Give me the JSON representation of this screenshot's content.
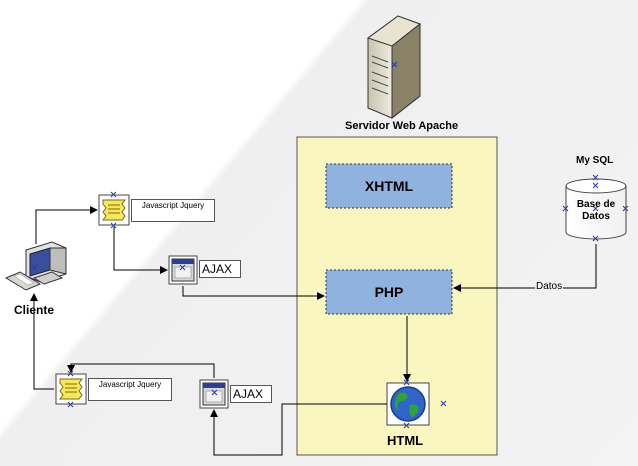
{
  "server_label": "Servidor Web Apache",
  "client_label": "Cliente",
  "db_title": "My SQL",
  "db_label": "Base de Datos",
  "xhtml_label": "XHTML",
  "php_label": "PHP",
  "html_label": "HTML",
  "datos_label": "Datos",
  "js_top_label": "Javascript Jquery",
  "js_bottom_label": "Javascript Jquery",
  "ajax_top_label": "AJAX",
  "ajax_bottom_label": "AJAX",
  "colors": {
    "server_area": "#faf6bf",
    "blue_box": "#8fb3de",
    "scroll_icon": "#f5e85a",
    "line": "#000000"
  }
}
